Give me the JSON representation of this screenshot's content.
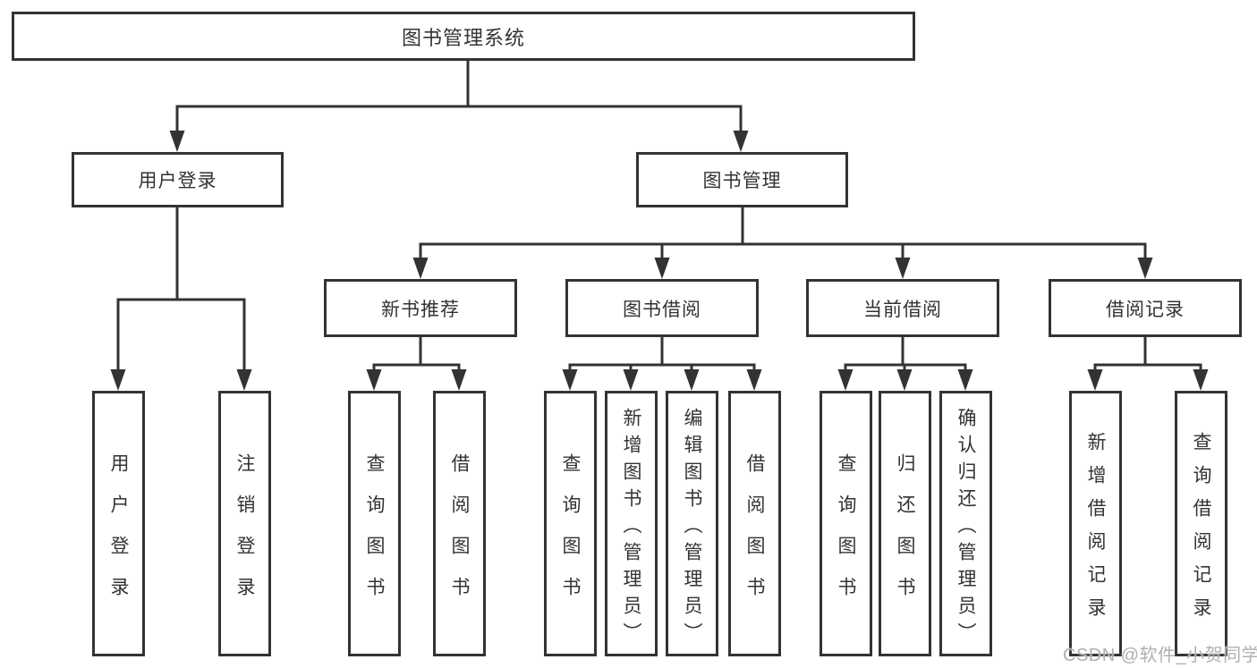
{
  "tree": {
    "root": {
      "label": "图书管理系统"
    },
    "level1": [
      {
        "id": "user-login",
        "label": "用户登录"
      },
      {
        "id": "book-management",
        "label": "图书管理"
      }
    ],
    "level2": [
      {
        "id": "new-book-recommendation",
        "label": "新书推荐"
      },
      {
        "id": "book-borrowing",
        "label": "图书借阅"
      },
      {
        "id": "current-borrowing",
        "label": "当前借阅"
      },
      {
        "id": "borrowing-records",
        "label": "借阅记录"
      }
    ],
    "leaves": [
      {
        "parent": "用户登录",
        "label": "用户登录"
      },
      {
        "parent": "用户登录",
        "label": "注销登录"
      },
      {
        "parent": "新书推荐",
        "label": "查询图书"
      },
      {
        "parent": "新书推荐",
        "label": "借阅图书"
      },
      {
        "parent": "图书借阅",
        "label": "查询图书"
      },
      {
        "parent": "图书借阅",
        "label": "新增图书（管理员）"
      },
      {
        "parent": "图书借阅",
        "label": "编辑图书（管理员）"
      },
      {
        "parent": "图书借阅",
        "label": "借阅图书"
      },
      {
        "parent": "当前借阅",
        "label": "查询图书"
      },
      {
        "parent": "当前借阅",
        "label": "归还图书"
      },
      {
        "parent": "当前借阅",
        "label": "确认归还（管理员）"
      },
      {
        "parent": "借阅记录",
        "label": "新增借阅记录"
      },
      {
        "parent": "借阅记录",
        "label": "查询借阅记录"
      }
    ]
  },
  "watermark": {
    "text": "CSDN @软件_小贺同学"
  },
  "colors": {
    "line": "#333333",
    "box_border": "#333333",
    "box_background": "#ffffff",
    "text": "#333333",
    "watermark": "#acacac",
    "page_background": "#ffffff"
  }
}
